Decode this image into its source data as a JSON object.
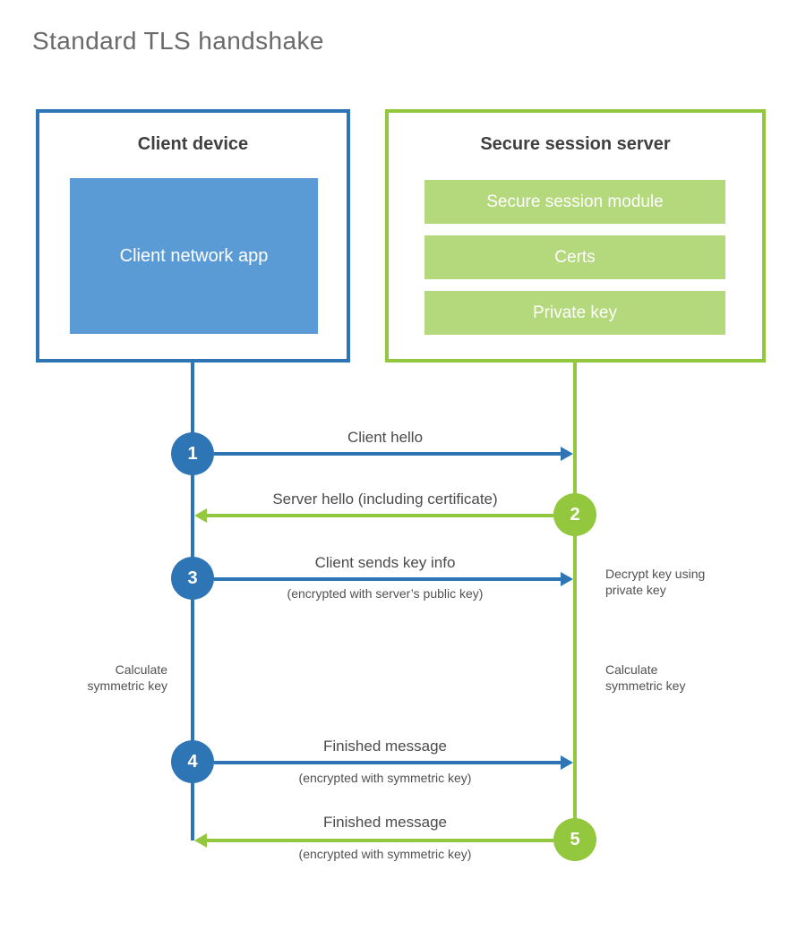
{
  "title": "Standard TLS handshake",
  "colors": {
    "client_blue": "#2e75b6",
    "client_fill_blue": "#5b9bd5",
    "server_green": "#93c83e",
    "server_fill_green": "#b4d87c",
    "heading_dark": "#3f3f3f",
    "label_gray": "#4b4b4b",
    "title_gray": "#6a6a6a"
  },
  "client": {
    "title": "Client device",
    "app_label": "Client network app"
  },
  "server": {
    "title": "Secure session server",
    "modules": [
      "Secure session module",
      "Certs",
      "Private key"
    ]
  },
  "steps": [
    {
      "num": "1",
      "label": "Client hello",
      "sublabel": "",
      "direction": "client_to_server"
    },
    {
      "num": "2",
      "label": "Server hello (including certificate)",
      "sublabel": "",
      "direction": "server_to_client"
    },
    {
      "num": "3",
      "label": "Client sends key info",
      "sublabel": "(encrypted with server’s public key)",
      "direction": "client_to_server"
    },
    {
      "num": "4",
      "label": "Finished message",
      "sublabel": "(encrypted with symmetric key)",
      "direction": "client_to_server"
    },
    {
      "num": "5",
      "label": "Finished message",
      "sublabel": "(encrypted with symmetric key)",
      "direction": "server_to_client"
    }
  ],
  "annotations": {
    "decrypt": "Decrypt key using private key",
    "calc_left": "Calculate symmetric key",
    "calc_right": "Calculate symmetric key"
  }
}
